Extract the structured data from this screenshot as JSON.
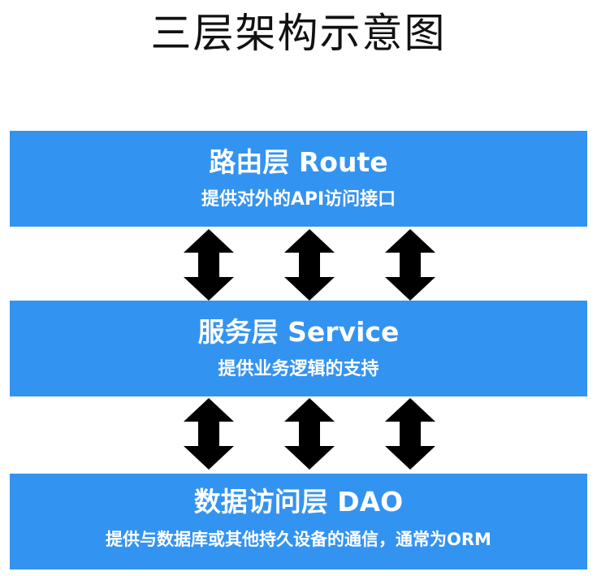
{
  "title": "三层架构示意图",
  "layers": [
    {
      "name": "路由层 Route",
      "desc": "提供对外的API访问接口"
    },
    {
      "name": "服务层 Service",
      "desc": "提供业务逻辑的支持"
    },
    {
      "name": "数据访问层  DAO",
      "desc": "提供与数据库或其他持久设备的通信，通常为ORM"
    }
  ],
  "colors": {
    "layer_fill": "#3393f0",
    "layer_text": "#ffffff",
    "arrow": "#000000",
    "title_text": "#111111"
  },
  "icons": {
    "connector": "double-headed-vertical-arrow-icon"
  }
}
